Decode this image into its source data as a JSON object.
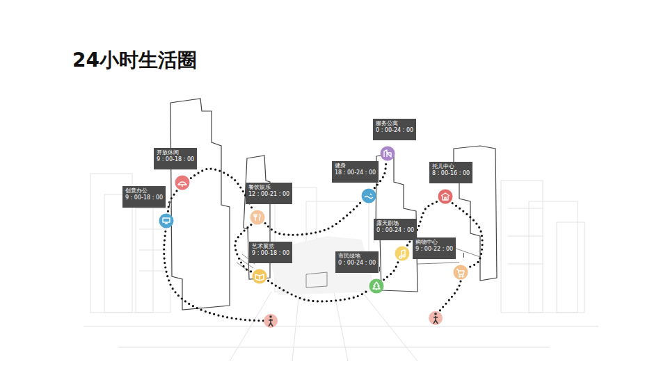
{
  "diagram": {
    "title": "24小时生活圈",
    "nodes": [
      {
        "text": [
          "开放休闲",
          "9 : 00-18 : 00"
        ]
      },
      {
        "text": [
          "创意办公",
          "9 : 00-18 : 00"
        ]
      },
      {
        "text": [
          "餐饮娱乐",
          "12 : 00-21 : 00"
        ]
      },
      {
        "text": [
          "艺术展览",
          "9 : 00-18 : 00"
        ]
      },
      {
        "text": [
          "服务公寓",
          "0 : 00-24 : 00"
        ]
      },
      {
        "text": [
          "健身",
          "18 : 00-24 : 00"
        ]
      },
      {
        "text": [
          "托儿中心",
          "8 : 00-16 : 00"
        ]
      },
      {
        "text": [
          "露天剧场",
          "0 : 00-24 : 00"
        ]
      },
      {
        "text": [
          "市民绿地",
          "0 : 00-24 : 00"
        ]
      },
      {
        "text": [
          "购物中心",
          "9 : 00-22 : 00"
        ]
      }
    ],
    "edges": [
      {
        "from": 1,
        "to": 0,
        "arrow": "none"
      },
      {
        "from": 0,
        "to": 2,
        "arrow": "none"
      },
      {
        "from": 2,
        "to": 5,
        "arrow": "none"
      },
      {
        "from": 5,
        "to": 4,
        "arrow": "none"
      },
      {
        "from": 2,
        "to": 3,
        "arrow": "none"
      },
      {
        "from": 3,
        "to": 8,
        "arrow": "none"
      },
      {
        "from": 8,
        "to": 7,
        "arrow": "none"
      },
      {
        "from": 7,
        "to": 6,
        "arrow": "none"
      },
      {
        "from": 6,
        "to": 9,
        "arrow": "none"
      }
    ]
  }
}
